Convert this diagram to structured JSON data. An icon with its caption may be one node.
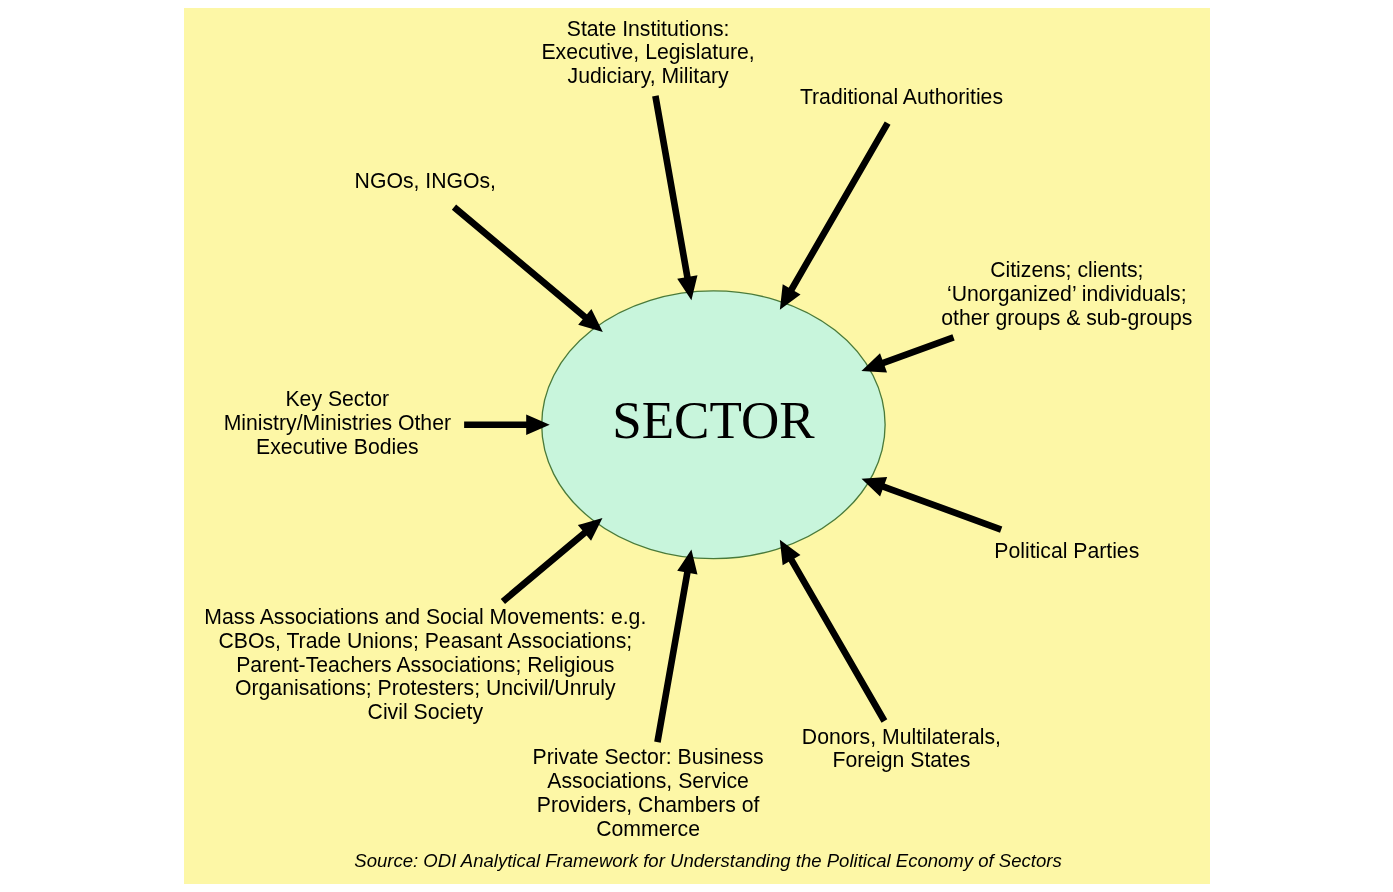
{
  "diagram": {
    "caption": "Source: ODI Analytical Framework for Understanding the Political Economy of Sectors",
    "nodes": [
      {
        "text": [
          "SECTOR"
        ]
      },
      {
        "text": [
          "Citizens; clients; ‘Unorganized’ individuals; other groups & sub-groups"
        ]
      },
      {
        "text": [
          "Traditional Authorities"
        ]
      },
      {
        "text": [
          "State Institutions: Executive, Legislature, Judiciary, Military"
        ]
      },
      {
        "text": [
          "NGOs, INGOs,"
        ]
      },
      {
        "text": [
          "Key Sector Ministry/Ministries Other Executive Bodies"
        ]
      },
      {
        "text": [
          "Mass Associations and Social Movements: e.g. CBOs, Trade Unions; Peasant Associations; Parent-Teachers Associations; Religious Organisations; Protesters; Uncivil/Unruly Civil Society"
        ]
      },
      {
        "text": [
          "Private Sector: Business Associations, Service Providers, Chambers of Commerce"
        ]
      },
      {
        "text": [
          "Donors, Multilaterals, Foreign States"
        ]
      },
      {
        "text": [
          "Political Parties"
        ]
      }
    ],
    "edges": [
      {
        "from": 1,
        "to": 0,
        "arrow": "to"
      },
      {
        "from": 2,
        "to": 0,
        "arrow": "to"
      },
      {
        "from": 3,
        "to": 0,
        "arrow": "to"
      },
      {
        "from": 4,
        "to": 0,
        "arrow": "to"
      },
      {
        "from": 5,
        "to": 0,
        "arrow": "to"
      },
      {
        "from": 6,
        "to": 0,
        "arrow": "to"
      },
      {
        "from": 7,
        "to": 0,
        "arrow": "to"
      },
      {
        "from": 8,
        "to": 0,
        "arrow": "to"
      },
      {
        "from": 9,
        "to": 0,
        "arrow": "to"
      }
    ]
  }
}
